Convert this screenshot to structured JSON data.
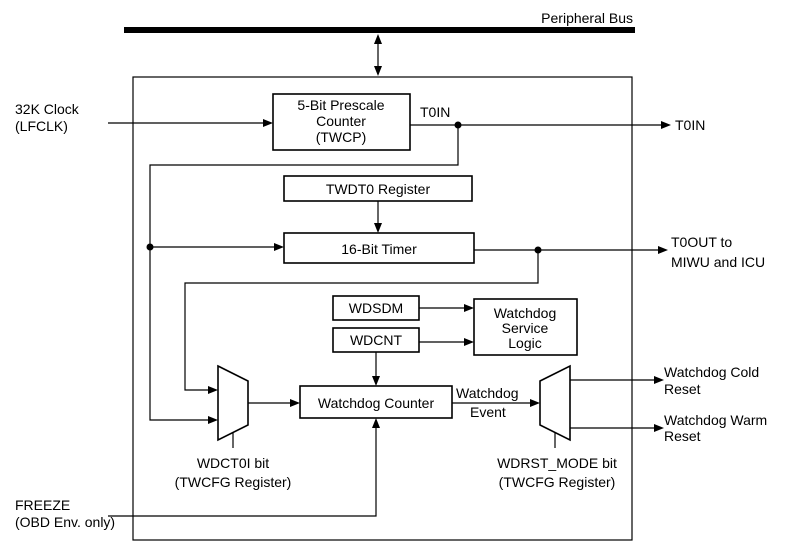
{
  "bus": {
    "label": "Peripheral Bus"
  },
  "inputs": {
    "clock": [
      "32K Clock",
      "(LFCLK)"
    ],
    "freeze": [
      "FREEZE",
      "(OBD Env. only)"
    ]
  },
  "blocks": {
    "prescaler": [
      "5-Bit Prescale",
      "Counter",
      "(TWCP)"
    ],
    "twdt0": "TWDT0 Register",
    "timer16": "16-Bit Timer",
    "wdsdm": "WDSDM",
    "wdcnt": "WDCNT",
    "service": [
      "Watchdog",
      "Service",
      "Logic"
    ],
    "wdcounter": "Watchdog Counter"
  },
  "signals": {
    "t0in_internal": "T0IN",
    "t0in_out": "T0IN",
    "t0out": [
      "T0OUT to",
      "MIWU and ICU"
    ],
    "wd_event": [
      "Watchdog",
      "Event"
    ],
    "cold_reset": [
      "Watchdog Cold",
      "Reset"
    ],
    "warm_reset": [
      "Watchdog Warm",
      "Reset"
    ]
  },
  "mux_labels": {
    "wdct0i": [
      "WDCT0I bit",
      "(TWCFG Register)"
    ],
    "wdrst": [
      "WDRST_MODE bit",
      "(TWCFG Register)"
    ]
  }
}
